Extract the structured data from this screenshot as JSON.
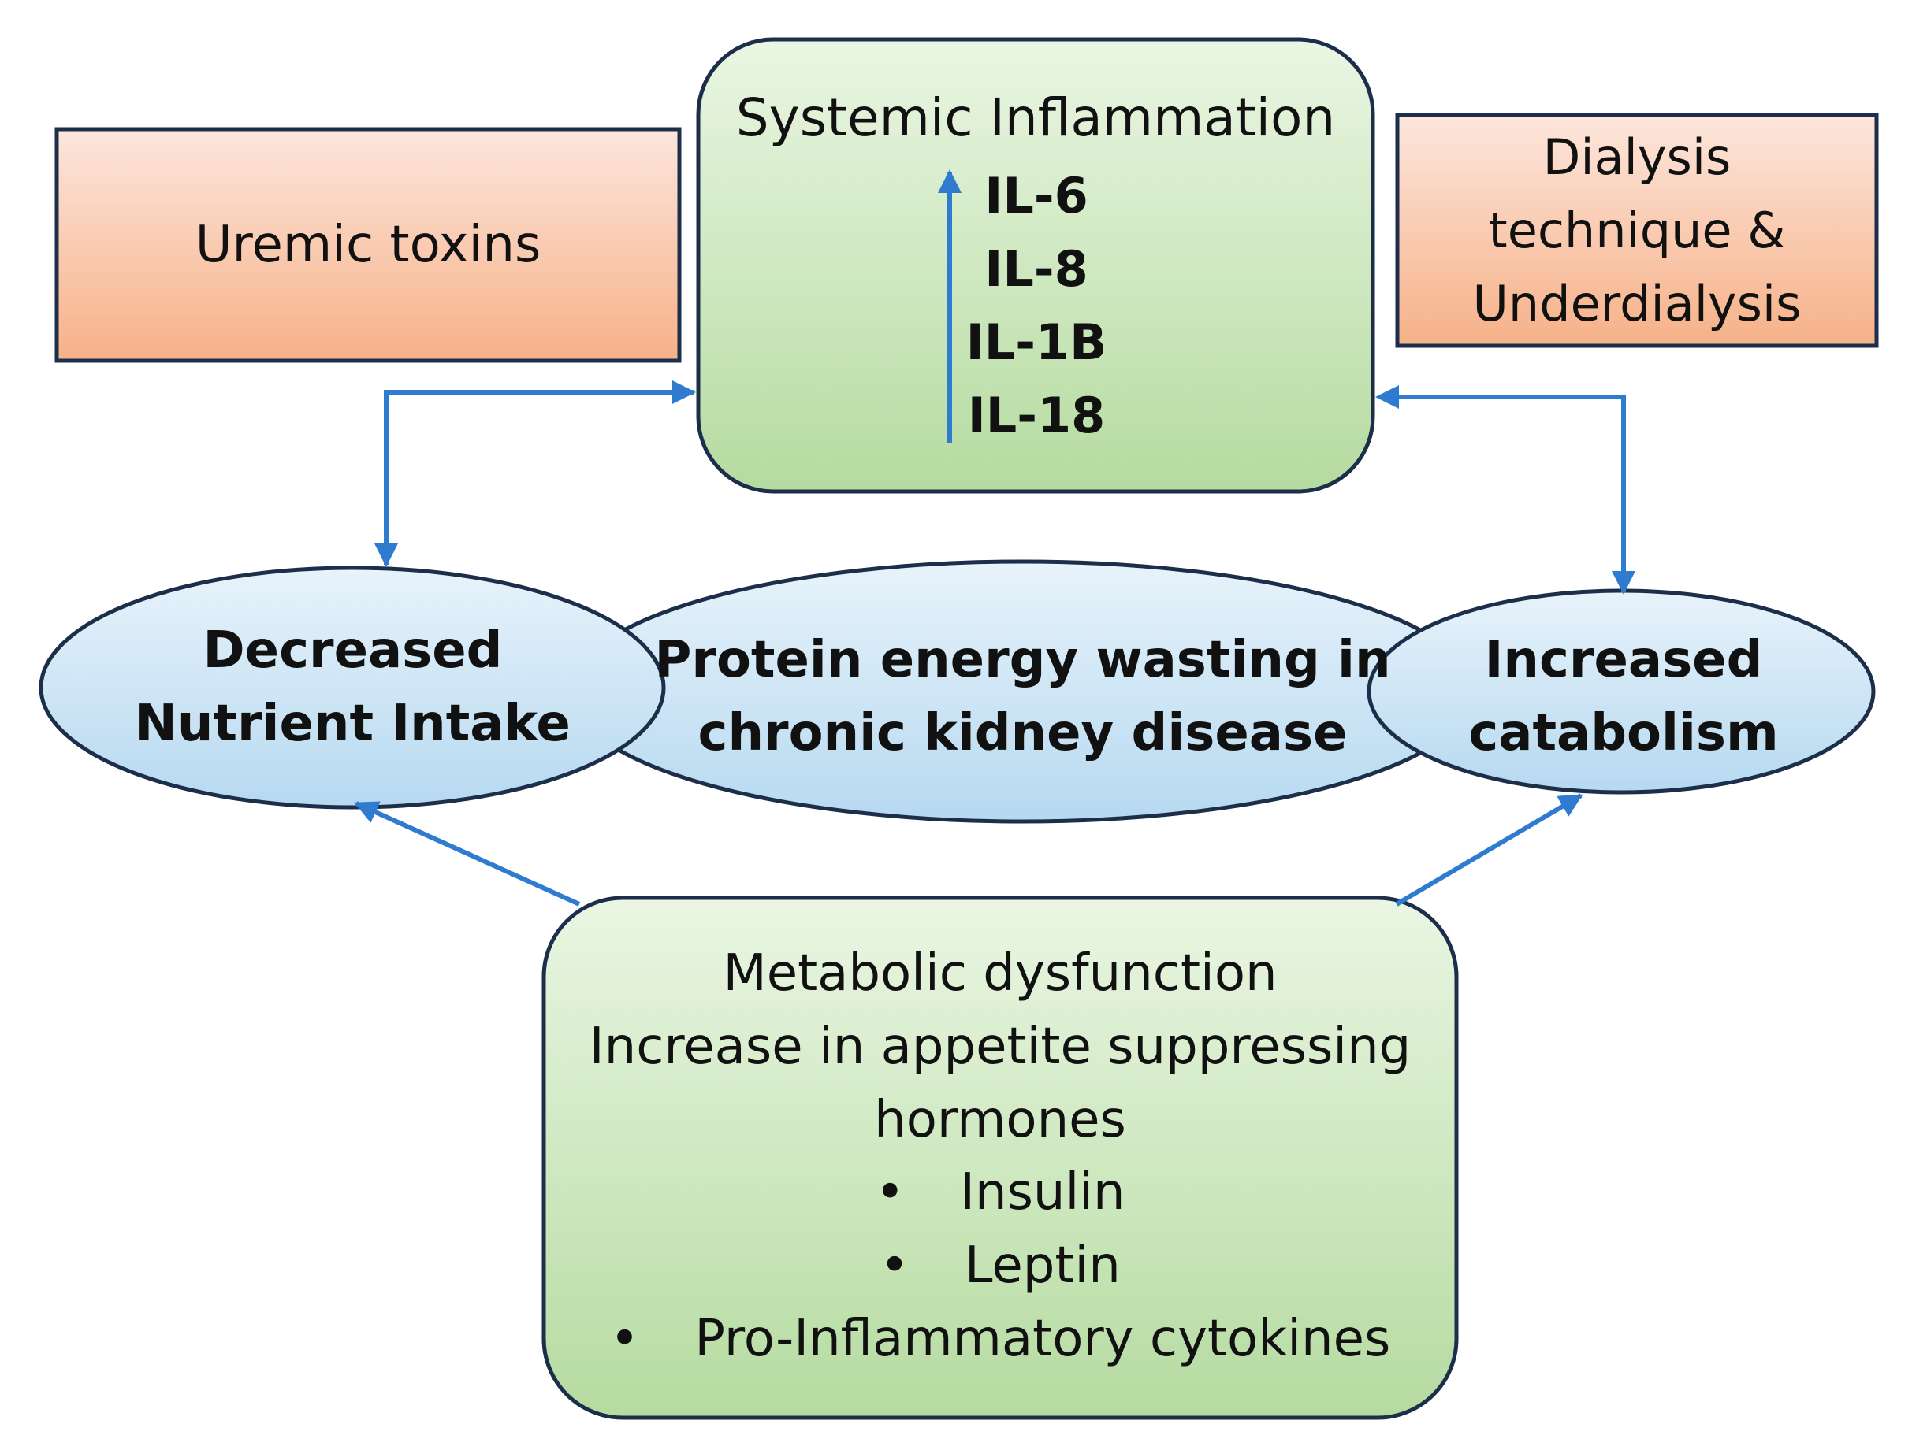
{
  "colors": {
    "outline": "#1c2e4a",
    "arrow": "#2f7bd0",
    "orange_top": "#fde6dc",
    "orange_bottom": "#f6b188",
    "green_top": "#eaf6e3",
    "green_bottom": "#b5dba0",
    "blue_top": "#e8f3fb",
    "blue_bottom": "#b6d9f0"
  },
  "uremic_toxins": {
    "label": "Uremic toxins"
  },
  "dialysis": {
    "lines": [
      "Dialysis",
      "technique &",
      "Underdialysis"
    ]
  },
  "systemic_inflammation": {
    "title": "Systemic Inflammation",
    "markers": [
      "IL-6",
      "IL-8",
      "IL-1B",
      "IL-18"
    ],
    "trend_icon": "up-arrow-icon"
  },
  "pew": {
    "lines": [
      "Protein energy wasting in",
      "chronic kidney disease"
    ]
  },
  "decreased_intake": {
    "lines": [
      "Decreased",
      "Nutrient Intake"
    ]
  },
  "increased_catabolism": {
    "lines": [
      "Increased",
      "catabolism"
    ]
  },
  "metabolic": {
    "lines": [
      "Metabolic dysfunction",
      "Increase in appetite suppressing",
      "hormones"
    ],
    "bullet": "•",
    "bullets": [
      "Insulin",
      "Leptin",
      "Pro-Inflammatory cytokines"
    ]
  }
}
